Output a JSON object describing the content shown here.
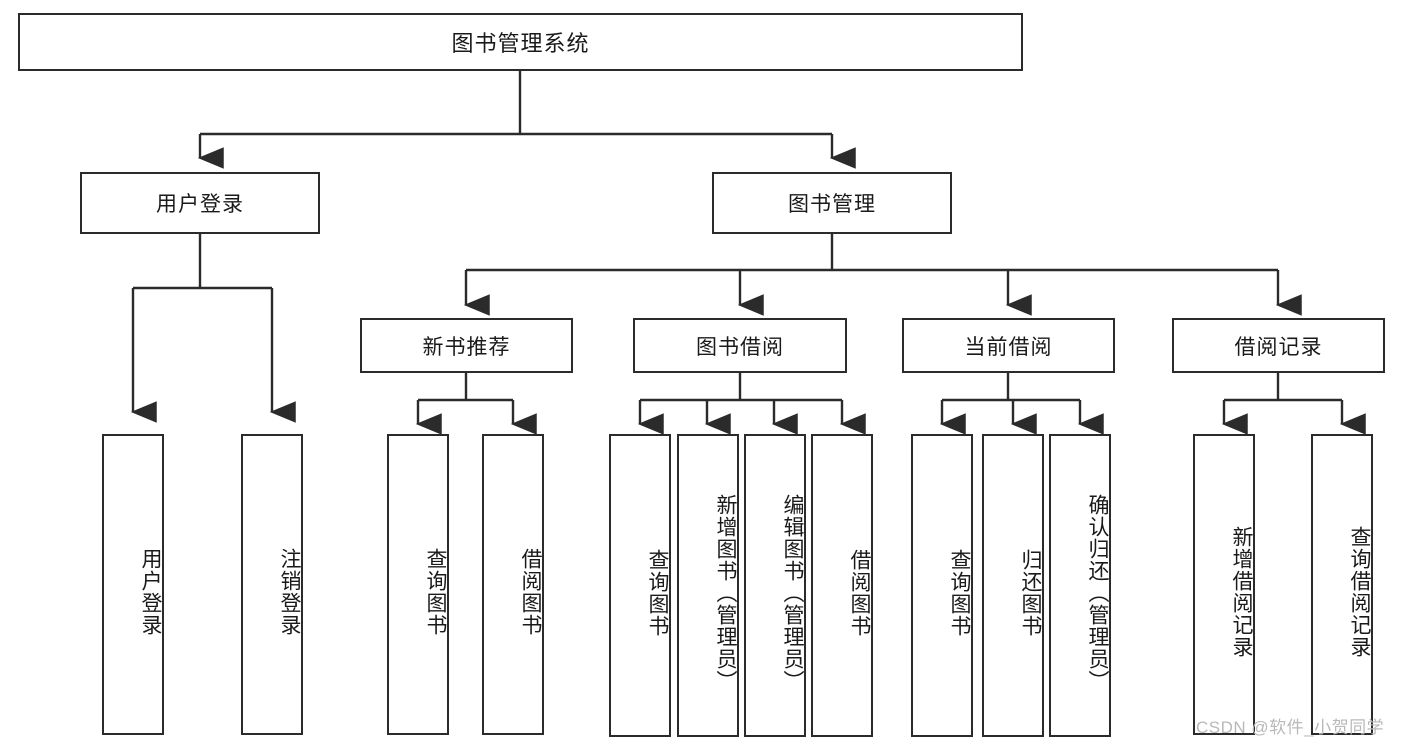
{
  "diagram": {
    "type": "tree",
    "title": "图书管理系统",
    "watermark": "CSDN @软件_小贺同学",
    "colors": {
      "box_border": "#2b2b2b",
      "box_fill": "#ffffff",
      "line": "#2b2b2b",
      "text": "#1a1a1a",
      "watermark": "#b9b9b9"
    },
    "root": {
      "label": "图书管理系统"
    },
    "level2": [
      {
        "label": "用户登录"
      },
      {
        "label": "图书管理"
      }
    ],
    "level3": [
      {
        "label": "新书推荐"
      },
      {
        "label": "图书借阅"
      },
      {
        "label": "当前借阅"
      },
      {
        "label": "借阅记录"
      }
    ],
    "leaves": {
      "user_login": [
        {
          "label": "用户登录"
        },
        {
          "label": "注销登录"
        }
      ],
      "new_book_recommend": [
        {
          "label": "查询图书"
        },
        {
          "label": "借阅图书"
        }
      ],
      "book_borrow": [
        {
          "label": "查询图书"
        },
        {
          "label": "新增图书（管理员）"
        },
        {
          "label": "编辑图书（管理员）"
        },
        {
          "label": "借阅图书"
        }
      ],
      "current_borrow": [
        {
          "label": "查询图书"
        },
        {
          "label": "归还图书"
        },
        {
          "label": "确认归还（管理员）"
        }
      ],
      "borrow_record": [
        {
          "label": "新增借阅记录"
        },
        {
          "label": "查询借阅记录"
        }
      ]
    }
  }
}
